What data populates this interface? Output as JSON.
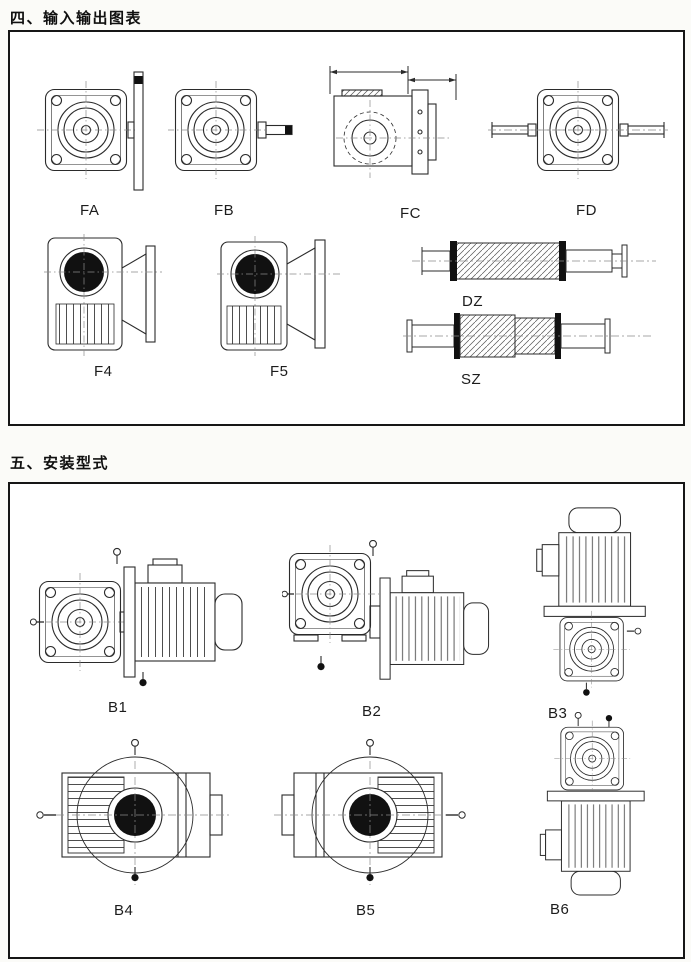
{
  "sections": {
    "io": {
      "title": "四、输入输出图表",
      "figures": {
        "fa": "FA",
        "fb": "FB",
        "fc": "FC",
        "fd": "FD",
        "f4": "F4",
        "f5": "F5",
        "dz": "DZ",
        "sz": "SZ"
      }
    },
    "mounting": {
      "title": "五、安装型式",
      "figures": {
        "b1": "B1",
        "b2": "B2",
        "b3": "B3",
        "b4": "B4",
        "b5": "B5",
        "b6": "B6"
      }
    }
  },
  "colors": {
    "line": "#2b2b2b",
    "fill_black": "#111111",
    "panel_border": "#161616"
  }
}
